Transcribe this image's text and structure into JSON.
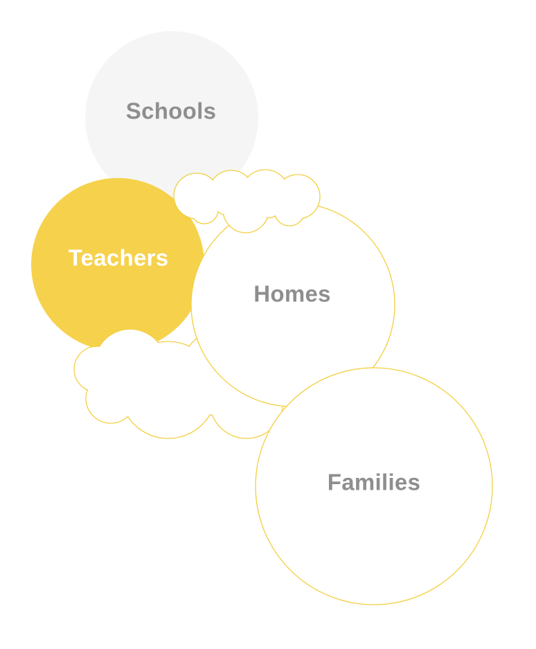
{
  "colors": {
    "accent_yellow": "#F6D24C",
    "outline_yellow": "#F3CE3D",
    "pale_gray": "#F5F5F5",
    "label_gray": "#8E8E8E",
    "label_white": "#FFFFFF",
    "background": "#FFFFFF"
  },
  "diagram": {
    "nodes": [
      {
        "id": "schools",
        "label": "Schools",
        "style": "filled-pale-gray"
      },
      {
        "id": "teachers",
        "label": "Teachers",
        "style": "filled-yellow"
      },
      {
        "id": "homes",
        "label": "Homes",
        "style": "outlined-yellow"
      },
      {
        "id": "families",
        "label": "Families",
        "style": "outlined-yellow"
      }
    ],
    "decorations": [
      {
        "id": "cloud-small",
        "icon": "cloud-outline-icon"
      },
      {
        "id": "cloud-large",
        "icon": "cloud-outline-icon"
      }
    ]
  }
}
